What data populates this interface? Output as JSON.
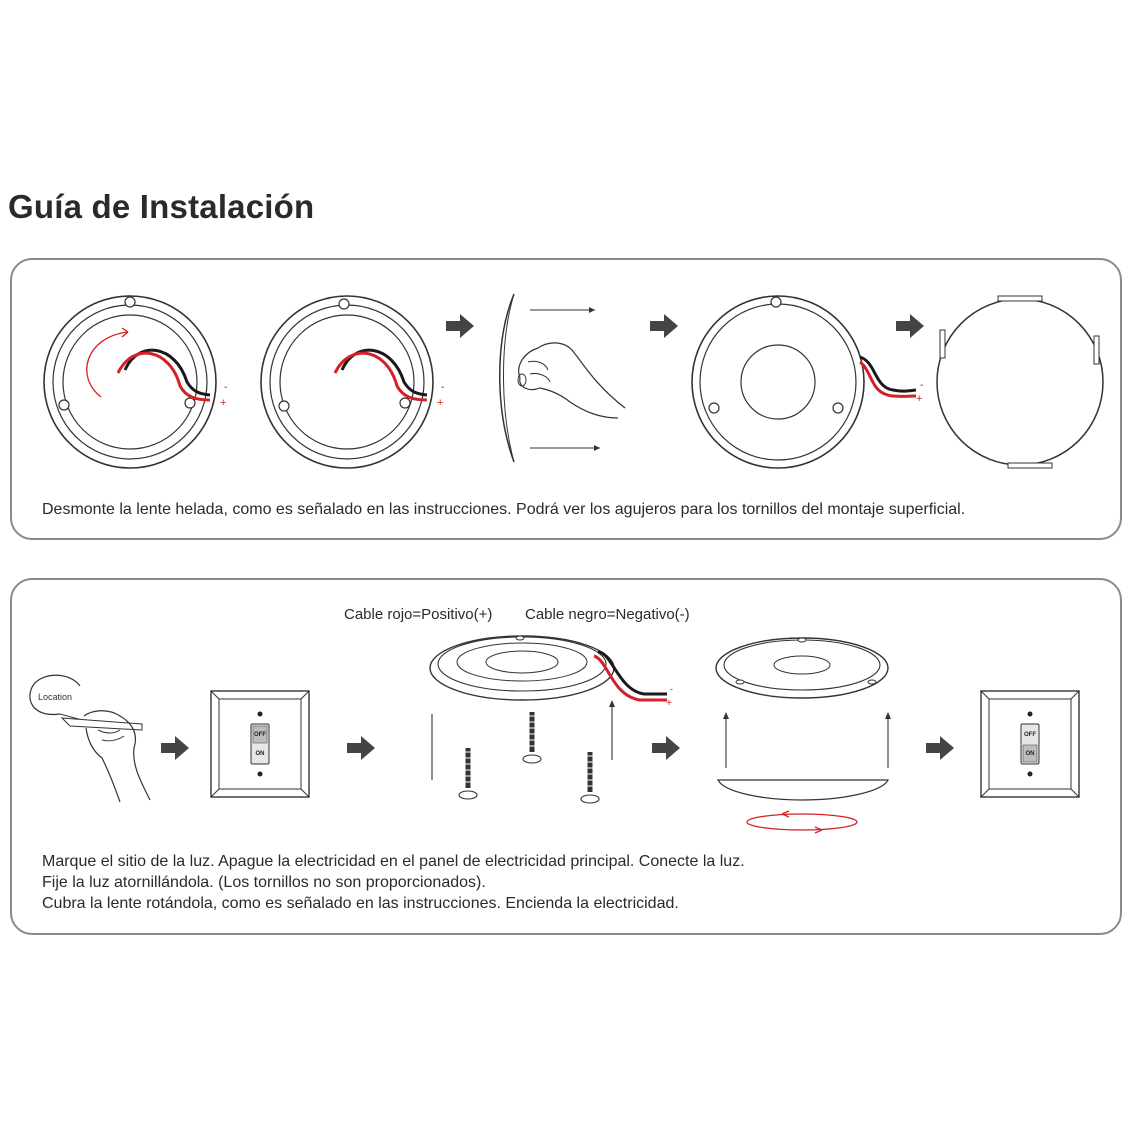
{
  "title": "Guía de Instalación",
  "panel1": {
    "caption": "Desmonte la lente helada, como es señalado en las instrucciones. Podrá ver los agujeros para los tornillos del montaje superficial."
  },
  "panel2": {
    "label_red": "Cable rojo=Positivo(+)",
    "label_black": "Cable negro=Negativo(-)",
    "location": "Location",
    "switch_off": "OFF",
    "switch_on": "ON",
    "caption_lines": [
      "Marque el sitio de la luz. Apague la electricidad en el panel de electricidad principal. Conecte la luz.",
      "Fije la luz atornillándola. (Los tornillos no son proporcionados).",
      "Cubra la lente rotándola, como es señalado en las instrucciones. Encienda la electricidad."
    ]
  },
  "wire_minus": "-",
  "wire_plus": "+",
  "colors": {
    "wire_red": "#d62027",
    "wire_black": "#1a1a1a",
    "arrow": "#444444",
    "border": "#8a8a8a"
  }
}
